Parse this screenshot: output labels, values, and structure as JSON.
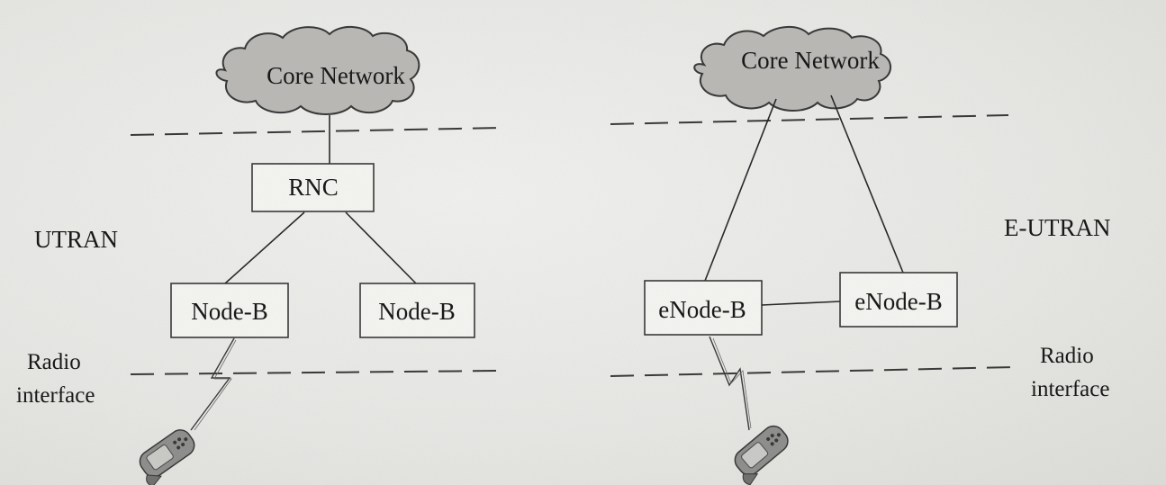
{
  "left": {
    "core_network": "Core Network",
    "rnc": "RNC",
    "node_b_1": "Node-B",
    "node_b_2": "Node-B",
    "region_label": "UTRAN",
    "radio_line1": "Radio",
    "radio_line2": "interface"
  },
  "right": {
    "core_network": "Core Network",
    "enode_b_1": "eNode-B",
    "enode_b_2": "eNode-B",
    "region_label": "E-UTRAN",
    "radio_line1": "Radio",
    "radio_line2": "interface"
  }
}
